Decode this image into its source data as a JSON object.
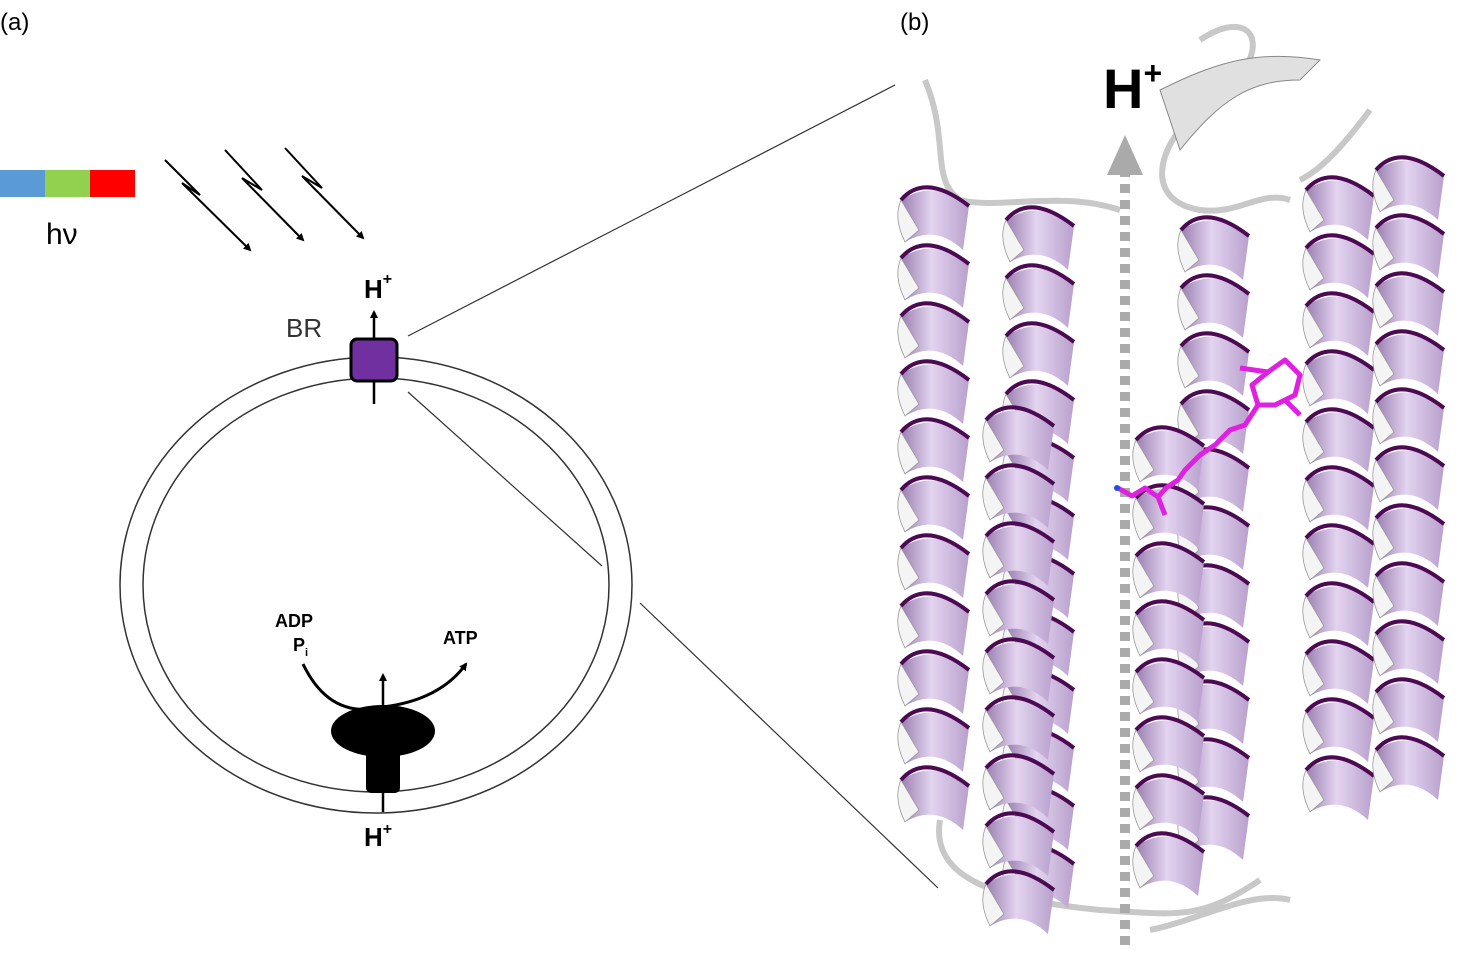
{
  "panels": {
    "a": {
      "label": "(a)"
    },
    "b": {
      "label": "(b)"
    }
  },
  "spectrum": {
    "label": "hν",
    "colors": [
      "#5b9bd5",
      "#92d050",
      "#ff0000"
    ]
  },
  "membrane": {
    "pump_label": "BR",
    "pump_color": "#7030a0",
    "proton_out": {
      "base": "H",
      "sup": "+"
    },
    "proton_in": {
      "base": "H",
      "sup": "+"
    },
    "substrate": {
      "line1": "ADP",
      "line2_base": "P",
      "line2_sub": "i"
    },
    "product": "ATP"
  },
  "structure": {
    "proton_label": {
      "base": "H",
      "sup": "+"
    },
    "helix_color": "#d5c2e6",
    "helix_edge": "#4b0a52",
    "retinal_color": "#e020e0"
  }
}
